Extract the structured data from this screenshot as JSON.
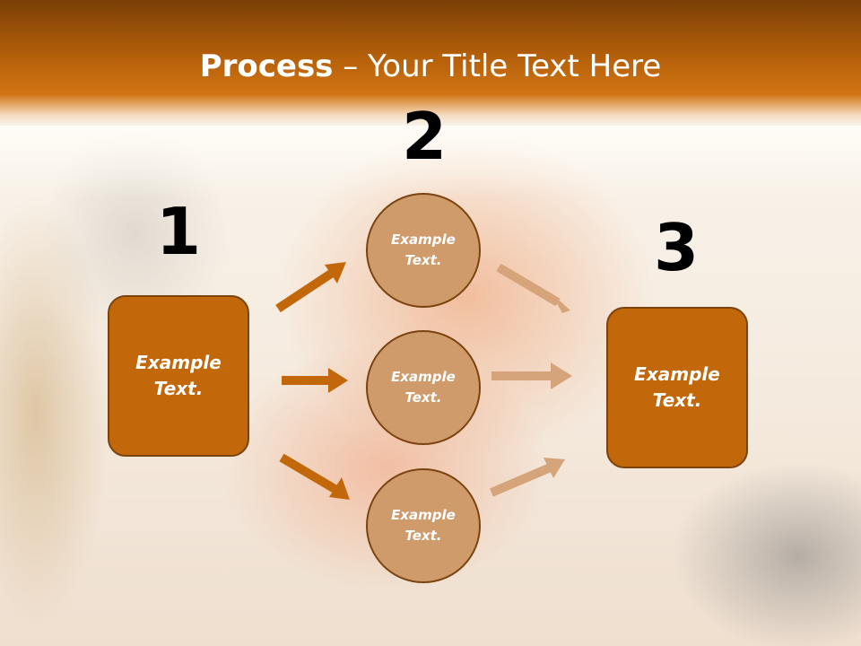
{
  "slide": {
    "title_bold": "Process",
    "title_rest": " – Your Title Text Here"
  },
  "steps": [
    {
      "number": "1"
    },
    {
      "number": "2"
    },
    {
      "number": "3"
    }
  ],
  "left_box": {
    "label": "Example\nText."
  },
  "right_box": {
    "label": "Example\nText."
  },
  "circles": [
    {
      "label": "Example\nText."
    },
    {
      "label": "Example\nText."
    },
    {
      "label": "Example\nText."
    }
  ],
  "colors": {
    "title_bar": "#b45f0a",
    "box_fill": "#c2680b",
    "circle_fill": "#cf9b6b",
    "outline": "#7a4310",
    "arrow_dark": "#c2680b",
    "arrow_light": "#d6a47a"
  }
}
